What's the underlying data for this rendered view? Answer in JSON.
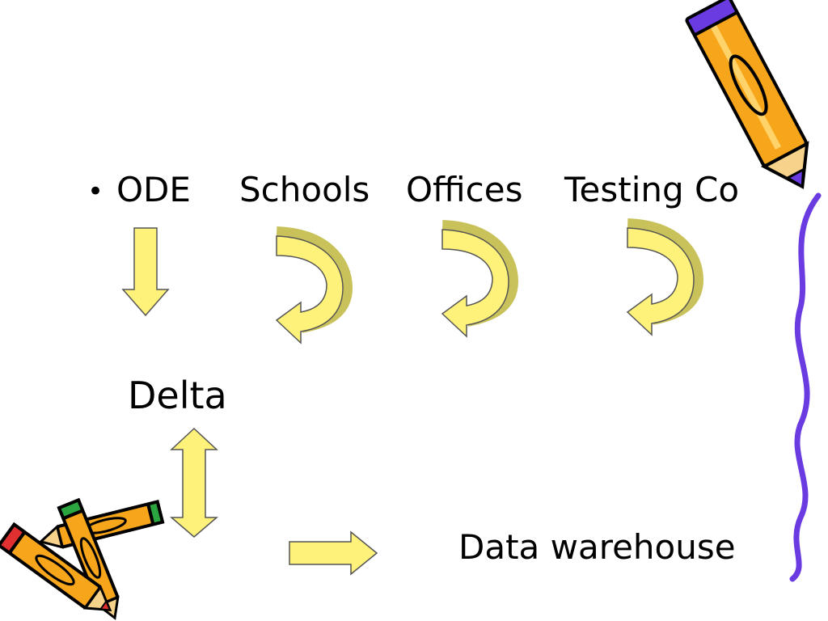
{
  "bullet": {
    "marker": "•",
    "items": [
      "ODE",
      "Schools",
      "Offices",
      "Testing Co"
    ]
  },
  "delta_label": "Delta",
  "warehouse_label": "Data warehouse",
  "colors": {
    "arrow_fill": "#fff27a",
    "curve_back": "#c9c25a",
    "outline": "#555555",
    "pencil_yellow": "#f7a51a",
    "pencil_purple": "#6a3be0",
    "pencil_red": "#e03030",
    "pencil_green": "#2aa540",
    "squiggle": "#6a3be0"
  },
  "icons": [
    "pencil-icon",
    "crossed-pencils-icon",
    "squiggle-line"
  ]
}
